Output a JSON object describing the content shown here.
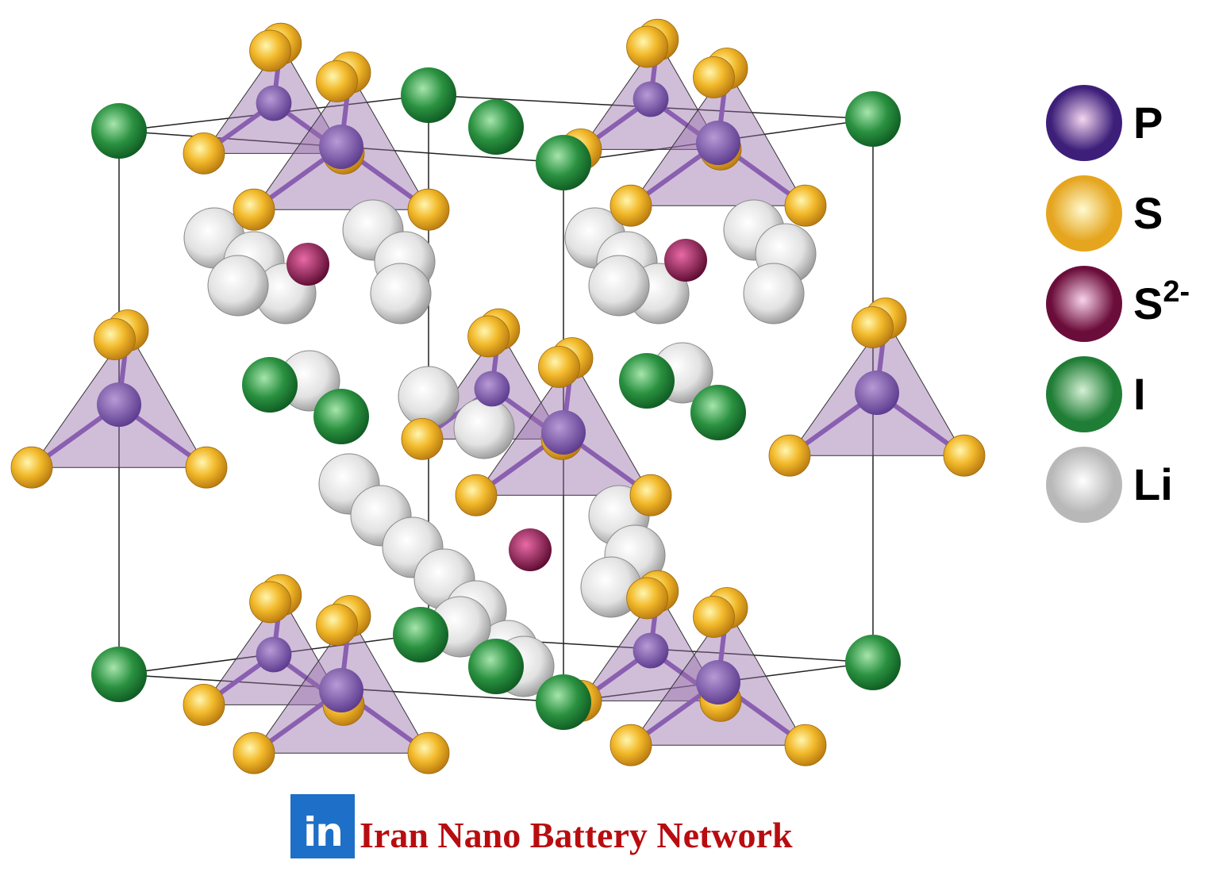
{
  "legend": [
    {
      "label": "P",
      "color": "#3d1f7a",
      "highlight": "#f4d6f0"
    },
    {
      "label": "S",
      "color": "#e5a51e",
      "highlight": "#fffbd0"
    },
    {
      "label": "S",
      "superscript": "2-",
      "color": "#6b0d3a",
      "highlight": "#f9d3ea"
    },
    {
      "label": "I",
      "color": "#1f7d35",
      "highlight": "#d6f0d6"
    },
    {
      "label": "Li",
      "color": "#b8b8b8",
      "highlight": "#ffffff"
    }
  ],
  "watermark": {
    "logo_text": "in",
    "text": "Iran Nano Battery Network",
    "logo_color": "#1e6fc7",
    "text_color": "#b80d10"
  }
}
